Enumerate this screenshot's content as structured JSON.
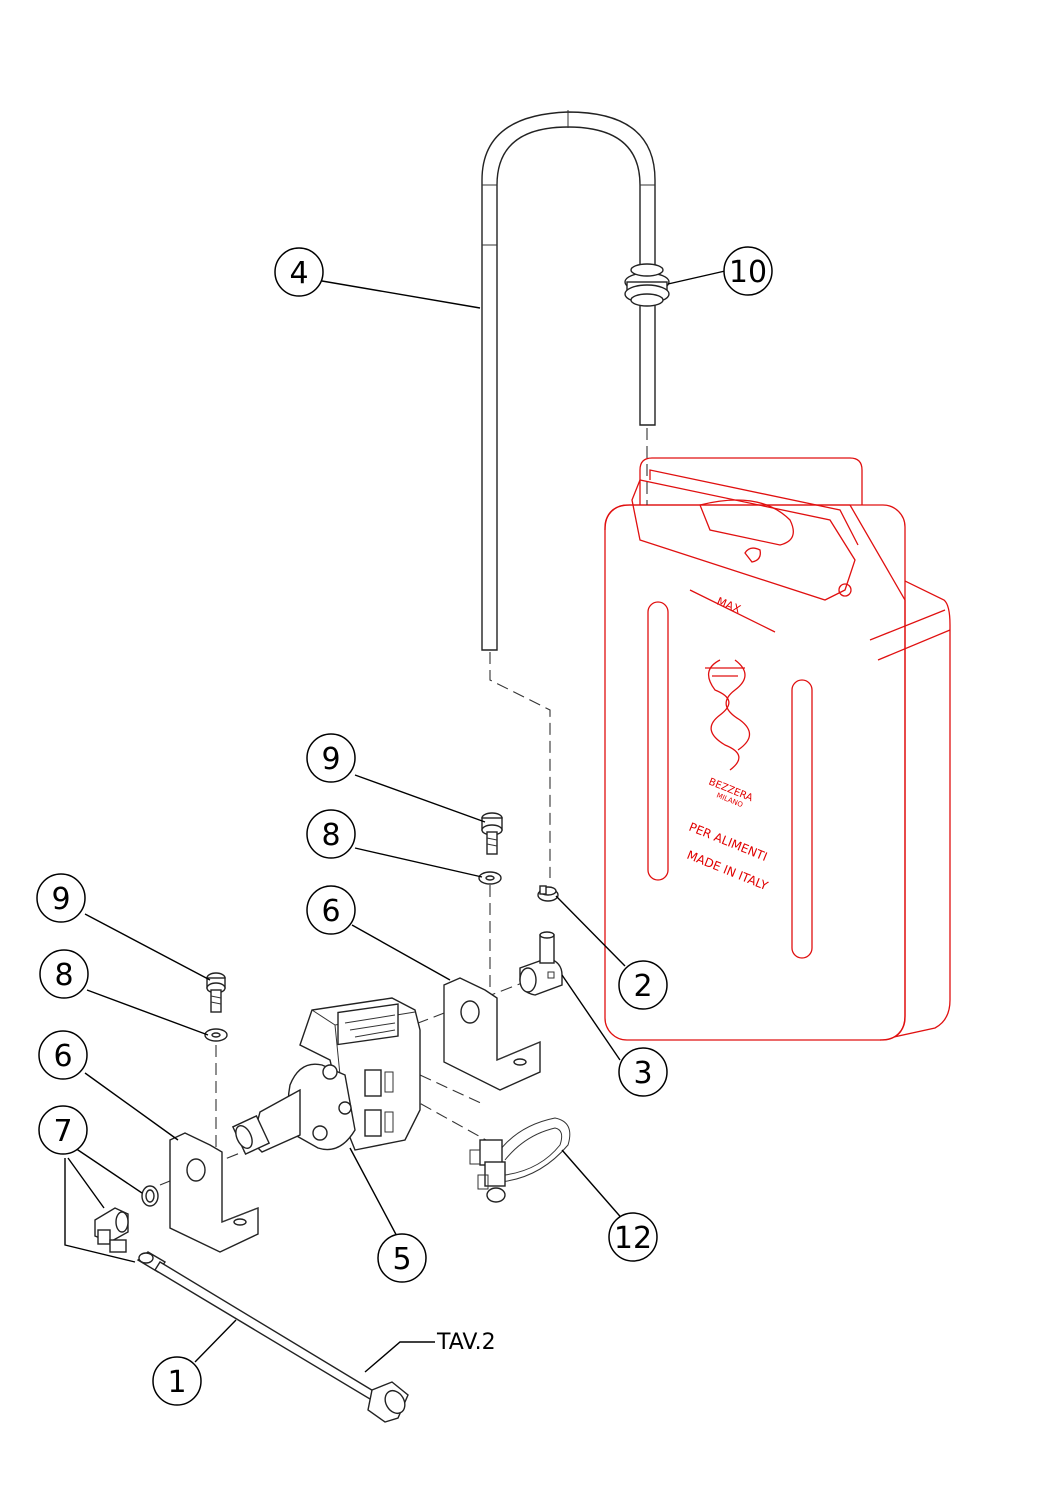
{
  "callouts": {
    "c1": "1",
    "c2": "2",
    "c3": "3",
    "c4": "4",
    "c5": "5",
    "c6a": "6",
    "c6b": "6",
    "c7": "7",
    "c8a": "8",
    "c8b": "8",
    "c9a": "9",
    "c9b": "9",
    "c10": "10",
    "c12": "12"
  },
  "reference": {
    "tav": "TAV.2"
  },
  "tank": {
    "max_label": "MAX",
    "line1": "PER ALIMENTI",
    "line2": "MADE IN ITALY",
    "logo_label": "BEZZERA",
    "logo_sub": "MILANO"
  },
  "colors": {
    "tank": "#e01010",
    "lines": "#222222"
  }
}
